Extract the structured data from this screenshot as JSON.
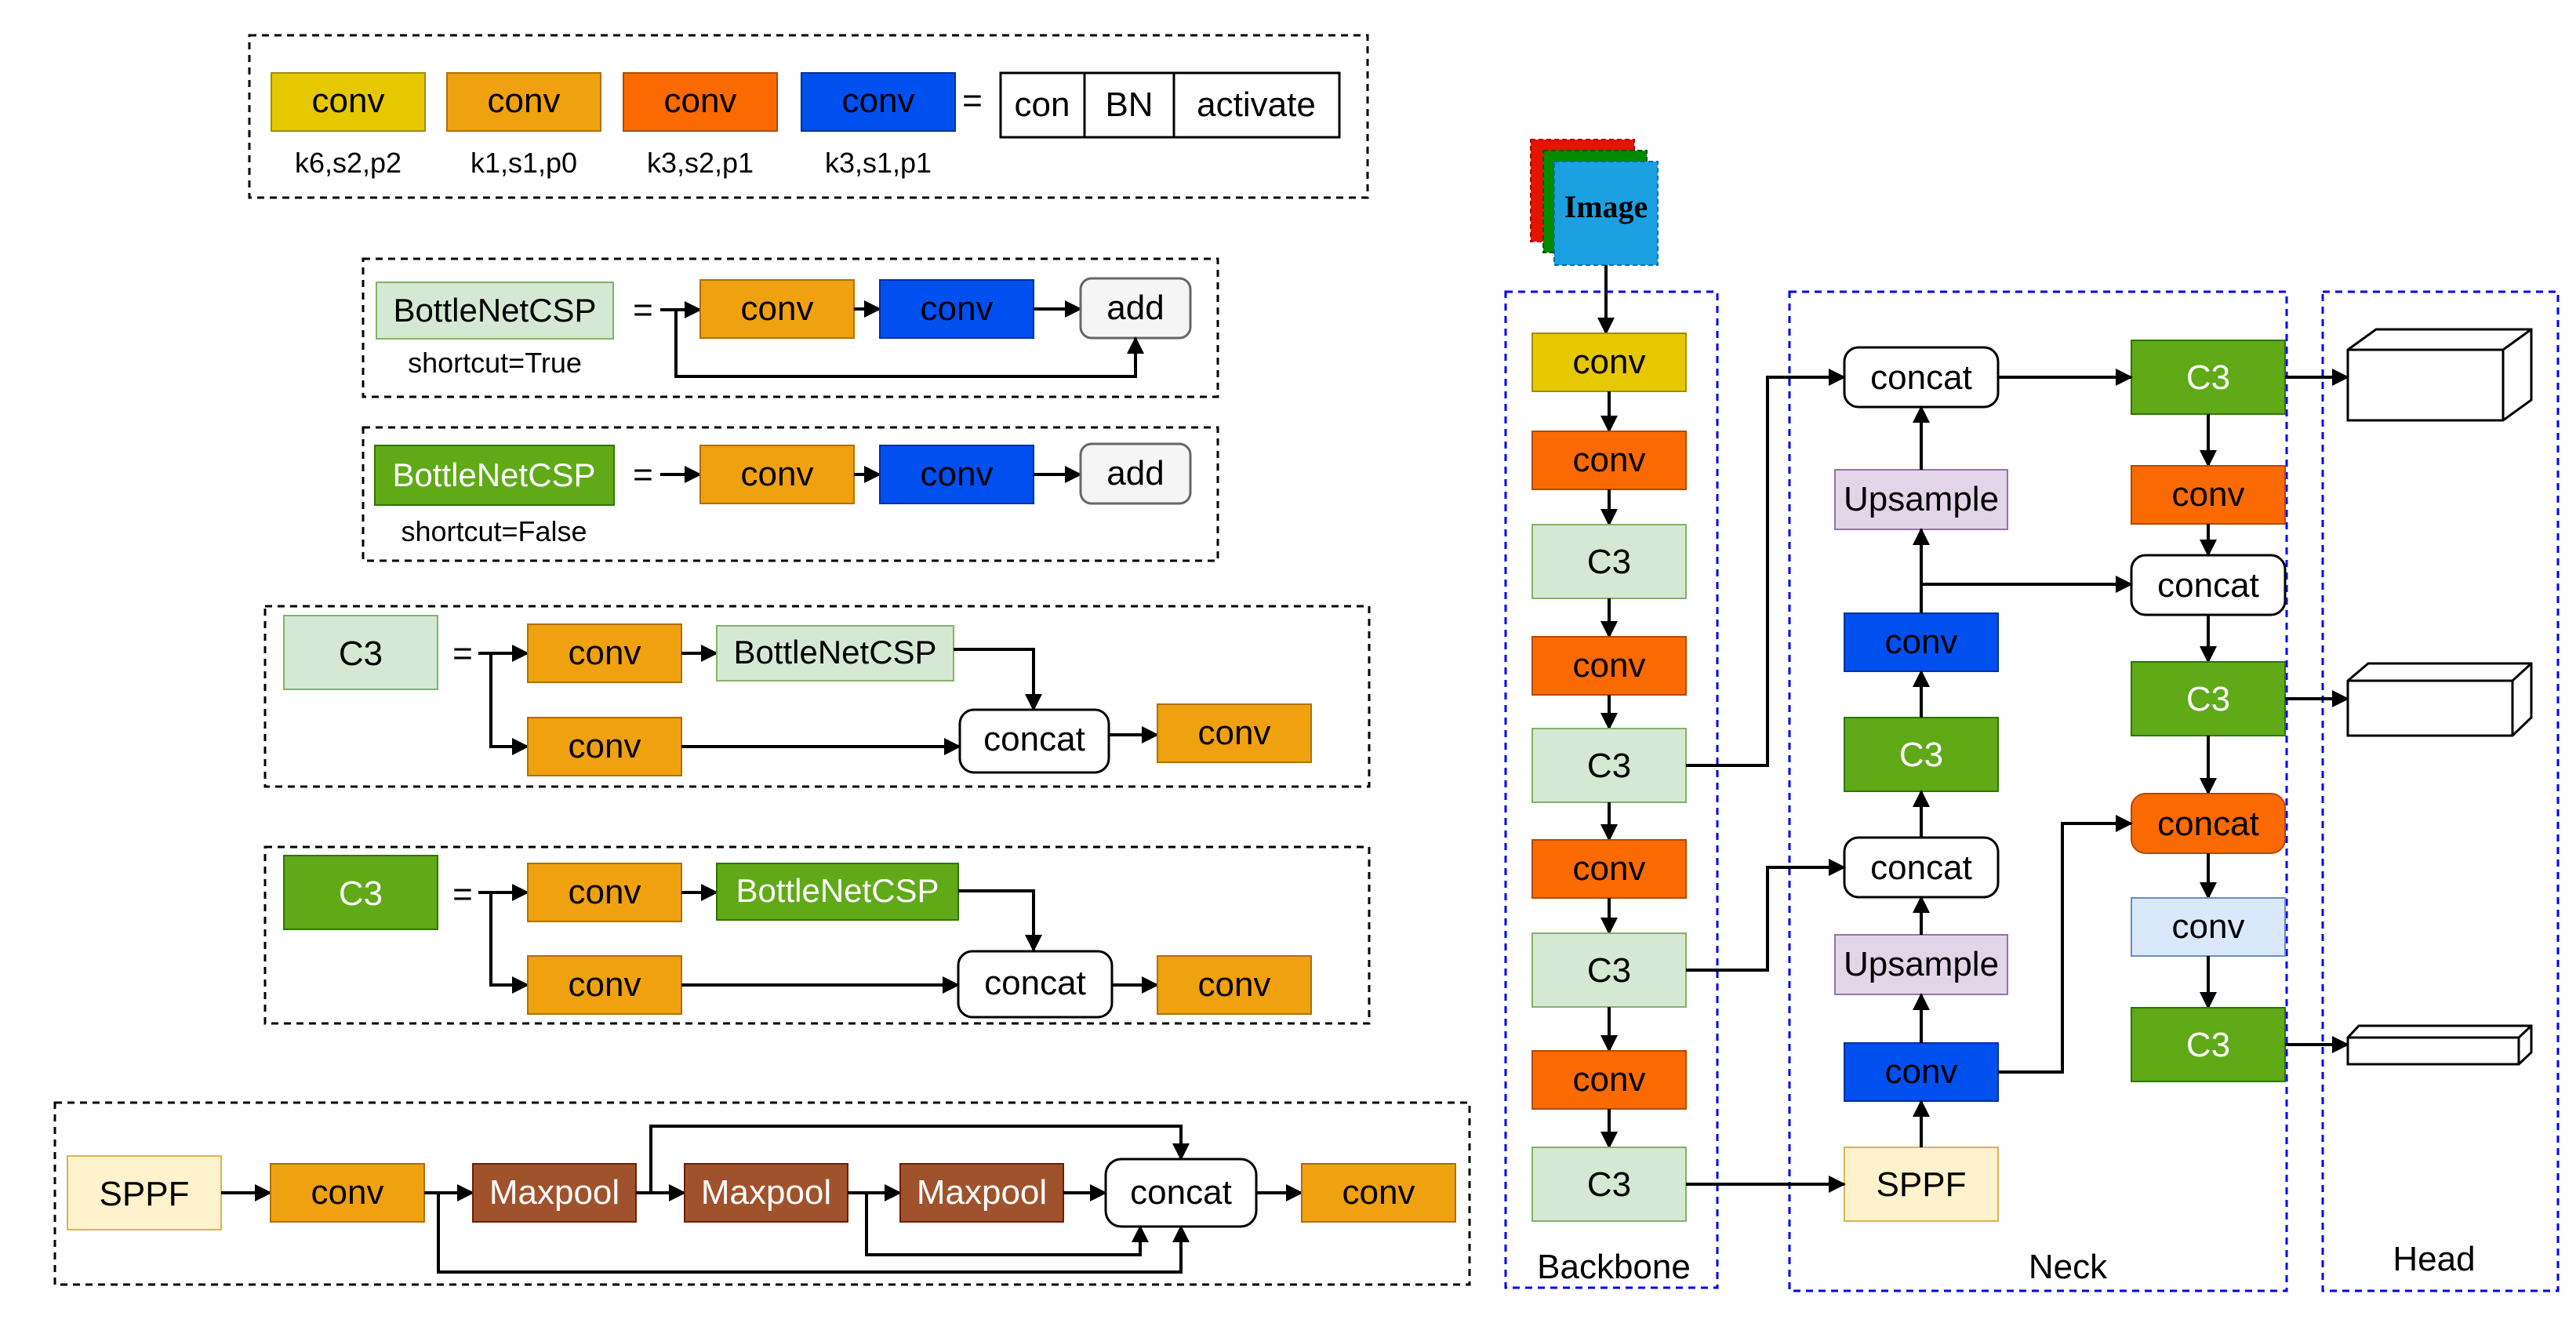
{
  "colors": {
    "conv_k6": "#e5c800",
    "conv_k1": "#f0a10f",
    "conv_k3s2": "#fb6a00",
    "conv_k3s1": "#0050ef",
    "c3_light": "#d5e8d4",
    "c3_dark": "#60a917",
    "maxpool": "#a0522d",
    "sppf": "#fff2cc",
    "upsample": "#e1d5e7",
    "conv_lightblue": "#dae8fc",
    "add_gray": "#f5f5f5",
    "image_red": "#e51400",
    "image_green": "#008a00",
    "image_blue": "#1ba1e2",
    "region_border": "#0000ee"
  },
  "legend": {
    "conv_label": "conv",
    "k6_param": "k6,s2,p2",
    "k1_param": "k1,s1,p0",
    "k3s2_param": "k3,s2,p1",
    "k3s1_param": "k3,s1,p1",
    "equals": "=",
    "parts": [
      "con",
      "BN",
      "activate"
    ]
  },
  "bottleneck_true": {
    "name": "BottleNetCSP",
    "shortcut": "shortcut=True",
    "equals": "=",
    "conv1": "conv",
    "conv2": "conv",
    "add": "add"
  },
  "bottleneck_false": {
    "name": "BottleNetCSP",
    "shortcut": "shortcut=False",
    "equals": "=",
    "conv1": "conv",
    "conv2": "conv",
    "add": "add"
  },
  "c3_light_def": {
    "name": "C3",
    "equals": "=",
    "conv_top": "conv",
    "bottleneck": "BottleNetCSP",
    "conv_bottom": "conv",
    "concat": "concat",
    "conv_out": "conv"
  },
  "c3_dark_def": {
    "name": "C3",
    "equals": "=",
    "conv_top": "conv",
    "bottleneck": "BottleNetCSP",
    "conv_bottom": "conv",
    "concat": "concat",
    "conv_out": "conv"
  },
  "sppf_def": {
    "name": "SPPF",
    "conv_in": "conv",
    "maxpool1": "Maxpool",
    "maxpool2": "Maxpool",
    "maxpool3": "Maxpool",
    "concat": "concat",
    "conv_out": "conv"
  },
  "image_label": "Image",
  "backbone": {
    "label": "Backbone",
    "blocks": [
      "conv",
      "conv",
      "C3",
      "conv",
      "C3",
      "conv",
      "C3",
      "conv",
      "C3"
    ]
  },
  "neck": {
    "label": "Neck",
    "concat_top": "concat",
    "upsample_top": "Upsample",
    "conv_mid": "conv",
    "c3_mid": "C3",
    "concat_mid": "concat",
    "upsample_low": "Upsample",
    "conv_low": "conv",
    "sppf": "SPPF",
    "c3_out1": "C3",
    "conv_out1": "conv",
    "concat_out2": "concat",
    "c3_out2": "C3",
    "concat_out3": "concat",
    "conv_out3": "conv",
    "c3_out3": "C3"
  },
  "head": {
    "label": "Head"
  }
}
